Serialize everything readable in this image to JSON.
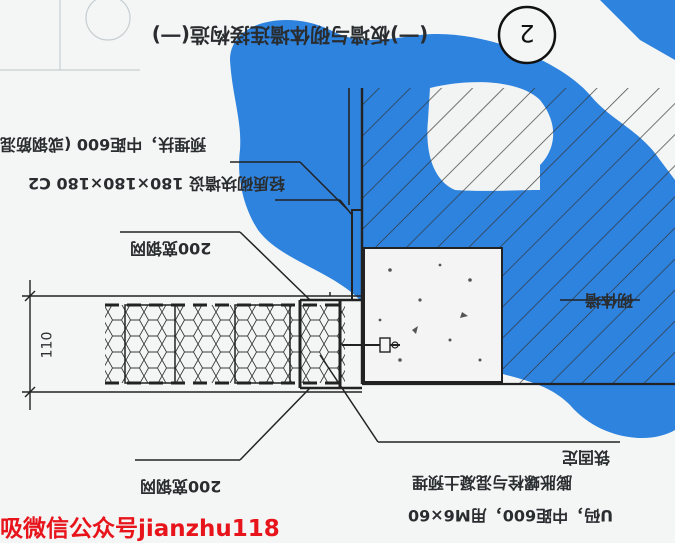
{
  "title": "(一)板墙与砌体墙连接构造(一)",
  "detail_number": "2",
  "labels": {
    "anchor_bar": "预埋扶，中距600 (或钢筋混",
    "tie_column": "轻质砌块墙设 180×180×180 C2",
    "mesh_upper": "200宽钢网",
    "dimension": "110",
    "masonry_wall": "砌体墙",
    "mesh_lower": "200宽钢网",
    "bolt_line1": "铁固定",
    "bolt_line2": "膨胀螺栓与混凝土预埋",
    "bolt_line3": "U码，中距600，用M6×60"
  },
  "watermark": "吸微信公众号jianzhu118",
  "colors": {
    "background": "#f4f6f5",
    "blue_blob": "#2e83df",
    "ink": "#2a2d30",
    "watermark": "#e8141c"
  }
}
